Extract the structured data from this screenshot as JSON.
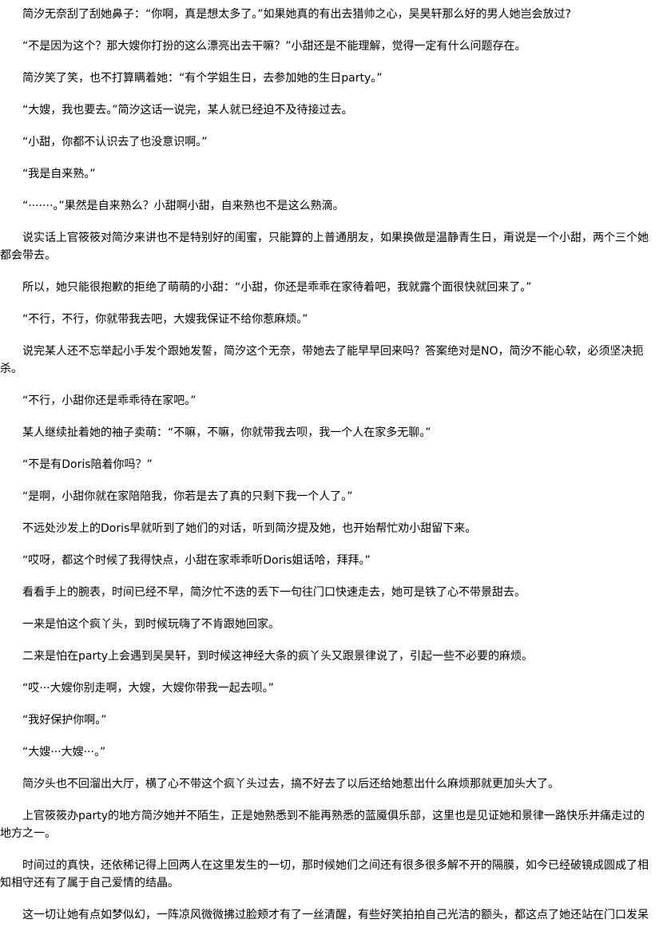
{
  "paragraphs": [
    "简汐无奈刮了刮她鼻子：“你啊，真是想太多了。”如果她真的有出去猎帅之心，吴昊轩那么好的男人她岂会放过?",
    "“不是因为这个？那大嫂你打扮的这么漂亮出去干嘛？”小甜还是不能理解，觉得一定有什么问题存在。",
    "简汐笑了笑，也不打算瞒着她：“有个学姐生日，去参加她的生日party。”",
    "“大嫂，我也要去。”简汐这话一说完，某人就已经迫不及待接过去。",
    "“小甜，你都不认识去了也没意识啊。”",
    "“我是自来熟。”",
    "“·······。”果然是自来熟么？小甜啊小甜，自来熟也不是这么熟滴。",
    "说实话上官筱筱对简汐来讲也不是特别好的闺蜜，只能算的上普通朋友，如果换做是温静青生日，甭说是一个小甜，两个三个她都会带去。",
    "所以，她只能很抱歉的拒绝了萌萌的小甜：“小甜，你还是乖乖在家待着吧，我就露个面很快就回来了。”",
    "“不行，不行，你就带我去吧，大嫂我保证不给你惹麻烦。”",
    "说完某人还不忘举起小手发个跟她发誓，简汐这个无奈，带她去了能早早回来吗？答案绝对是NO，简汐不能心软，必须坚决扼杀。",
    "“不行，小甜你还是乖乖待在家吧。”",
    "某人继续扯着她的袖子卖萌：“不嘛，不嘛，你就带我去呗，我一个人在家多无聊。”",
    "“不是有Doris陪着你吗？”",
    "“是啊，小甜你就在家陪陪我，你若是去了真的只剩下我一个人了。”",
    "不远处沙发上的Doris早就听到了她们的对话，听到简汐提及她，也开始帮忙劝小甜留下来。",
    "“哎呀，都这个时候了我得快点，小甜在家乖乖听Doris姐话哈，拜拜。”",
    "看看手上的腕表，时间已经不早，简汐忙不迭的丢下一句往门口快速走去，她可是铁了心不带景甜去。",
    "一来是怕这个疯丫头，到时候玩嗨了不肯跟她回家。",
    "二来是怕在party上会遇到吴昊轩，到时候这神经大条的疯丫头又跟景律说了，引起一些不必要的麻烦。",
    "“哎···大嫂你别走啊，大嫂，大嫂你带我一起去呗。”",
    "“我好保护你啊。”",
    "“大嫂···大嫂···。”",
    "简汐头也不回溜出大厅，横了心不带这个疯丫头过去，搞不好去了以后还给她惹出什么麻烦那就更加头大了。",
    "上官筱筱办party的地方简汐她并不陌生，正是她熟悉到不能再熟悉的蓝魇俱乐部，这里也是见证她和景律一路快乐并痛走过的地方之一。",
    "时间过的真快，还依稀记得上回两人在这里发生的一切，那时候她们之间还有很多很多解不开的隔膜，如今已经破镜成圆成了相知相守还有了属于自己爱情的结晶。",
    "这一切让她有点如梦似幻，一阵凉风微微拂过脸颊才有了一丝清醒，有些好笑拍拍自己光洁的额头，都这点了她还站在门口发呆"
  ]
}
